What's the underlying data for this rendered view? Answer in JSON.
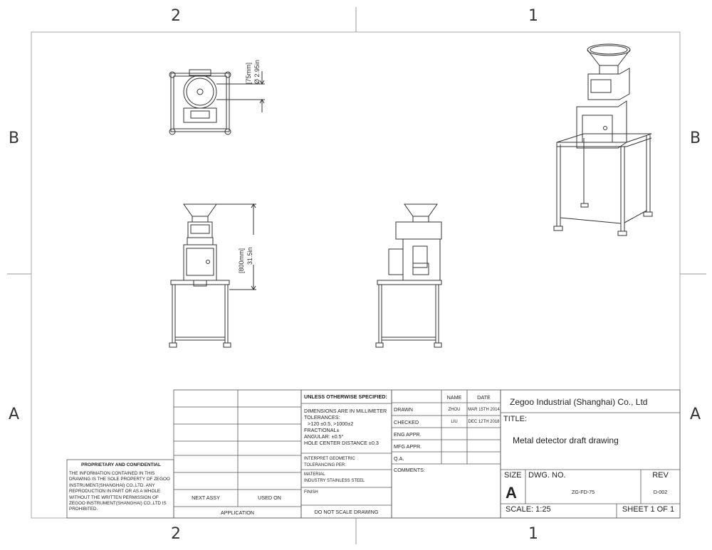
{
  "zones": {
    "top": [
      "2",
      "1"
    ],
    "bottom": [
      "2",
      "1"
    ],
    "left": [
      "B",
      "A"
    ],
    "right": [
      "B",
      "A"
    ]
  },
  "dimensions": {
    "diameter_mm": "[75mm]",
    "diameter_in": "Ø 2.95in",
    "height_mm": "[800mm]",
    "height_in": "31.5in"
  },
  "proprietary": {
    "title": "PROPRIETARY AND CONFIDENTIAL",
    "text": "THE INFORMATION CONTAINED IN THIS DRAWING IS THE SOLE PROPERTY OF ZEGOO INSTRUMENT(SHANGHAI) CO.,LTD. ANY REPRODUCTION IN PART OR AS A WHOLE WITHOUT THE WRITTEN PERMISSION OF ZEGOO INSTRUMENT(SHANGHAI) CO.,LTD IS PROHIBITED."
  },
  "assy": {
    "next_assy": "NEXT ASSY",
    "used_on": "USED ON",
    "application": "APPLICATION"
  },
  "specs": {
    "header": "UNLESS OTHERWISE SPECIFIED:",
    "dimensions_line1": "DIMENSIONS ARE IN MILLIMETER",
    "tolerances": "TOLERANCES:",
    "tol_values": ">120 ±0.5, >1000±2",
    "fractional": "FRACTIONAL±",
    "angular": "ANGULAR: ±0.5°",
    "hole": "HOLE CENTER DISTANCE ±0.3",
    "interpret1": "INTERPRET GEOMETRIC",
    "interpret2": "TOLERANCING PER:",
    "material_label": "MATERIAL",
    "material_value": "INDUSTRY STAINLESS STEEL",
    "finish": "FINISH",
    "do_not_scale": "DO NOT SCALE DRAWING"
  },
  "signoff": {
    "name_header": "NAME",
    "date_header": "DATE",
    "drawn": "DRAWN",
    "drawn_name": "ZHOU",
    "drawn_date": "MAR 15TH 2014",
    "checked": "CHECKED",
    "checked_name": "LIU",
    "checked_date": "DEC 12TH 2018",
    "eng": "ENG APPR.",
    "mfg": "MFG APPR.",
    "qa": "Q.A.",
    "comments": "COMMENTS:"
  },
  "titleblock": {
    "company": "Zegoo Industrial (Shanghai) Co., Ltd",
    "title_label": "TITLE:",
    "title": "Metal detector draft drawing",
    "size_label": "SIZE",
    "size": "A",
    "dwg_label": "DWG.  NO.",
    "dwg_no": "ZG-FD-75",
    "rev_label": "REV",
    "rev": "D-002",
    "scale": "SCALE: 1:25",
    "sheet": "SHEET 1 OF 1"
  }
}
